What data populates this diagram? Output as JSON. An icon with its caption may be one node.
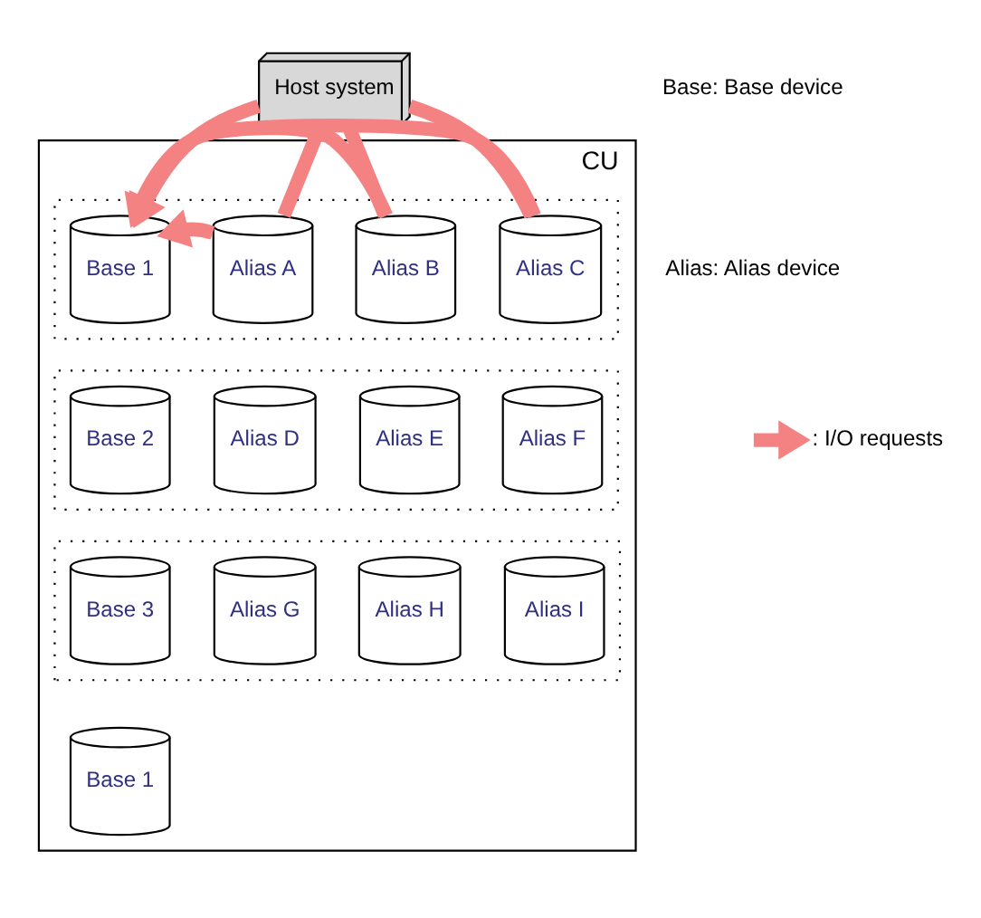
{
  "diagram": {
    "nodes": [
      {
        "text": [
          "Host system"
        ]
      },
      {
        "text": [
          "CU"
        ]
      },
      {
        "text": [],
        "shape": "box",
        "in": 1
      },
      {
        "text": [
          "Base 1"
        ],
        "in": 2
      },
      {
        "text": [
          "Alias A"
        ],
        "in": 2
      },
      {
        "text": [
          "Alias B"
        ],
        "in": 2
      },
      {
        "text": [
          "Alias C"
        ],
        "in": 2
      },
      {
        "text": [],
        "shape": "box",
        "in": 1
      },
      {
        "text": [
          "Base 2"
        ],
        "in": 7
      },
      {
        "text": [
          "Alias D"
        ],
        "in": 7
      },
      {
        "text": [
          "Alias E"
        ],
        "in": 7
      },
      {
        "text": [
          "Alias F"
        ],
        "in": 7
      },
      {
        "text": [],
        "shape": "box",
        "in": 1
      },
      {
        "text": [
          "Base 3"
        ],
        "in": 12
      },
      {
        "text": [
          "Alias G"
        ],
        "in": 12
      },
      {
        "text": [
          "Alias H"
        ],
        "in": 12
      },
      {
        "text": [
          "Alias I"
        ],
        "in": 12
      },
      {
        "text": [
          "Base 1"
        ],
        "in": 1
      }
    ],
    "edges": [
      {
        "from": 0,
        "to": 3,
        "arrow": "to"
      },
      {
        "from": 0,
        "to": 4,
        "arrow": "none"
      },
      {
        "from": 0,
        "to": 5,
        "arrow": "none"
      },
      {
        "from": 0,
        "to": 6,
        "arrow": "none"
      },
      {
        "from": 4,
        "to": 3,
        "arrow": "to"
      },
      {
        "from": 5,
        "to": 3,
        "arrow": "to"
      },
      {
        "from": 6,
        "to": 3,
        "arrow": "to"
      }
    ],
    "labels": [
      "Base: Base device",
      "Alias: Alias device"
    ],
    "legend": [
      {
        "text": ": I/O requests"
      }
    ]
  }
}
